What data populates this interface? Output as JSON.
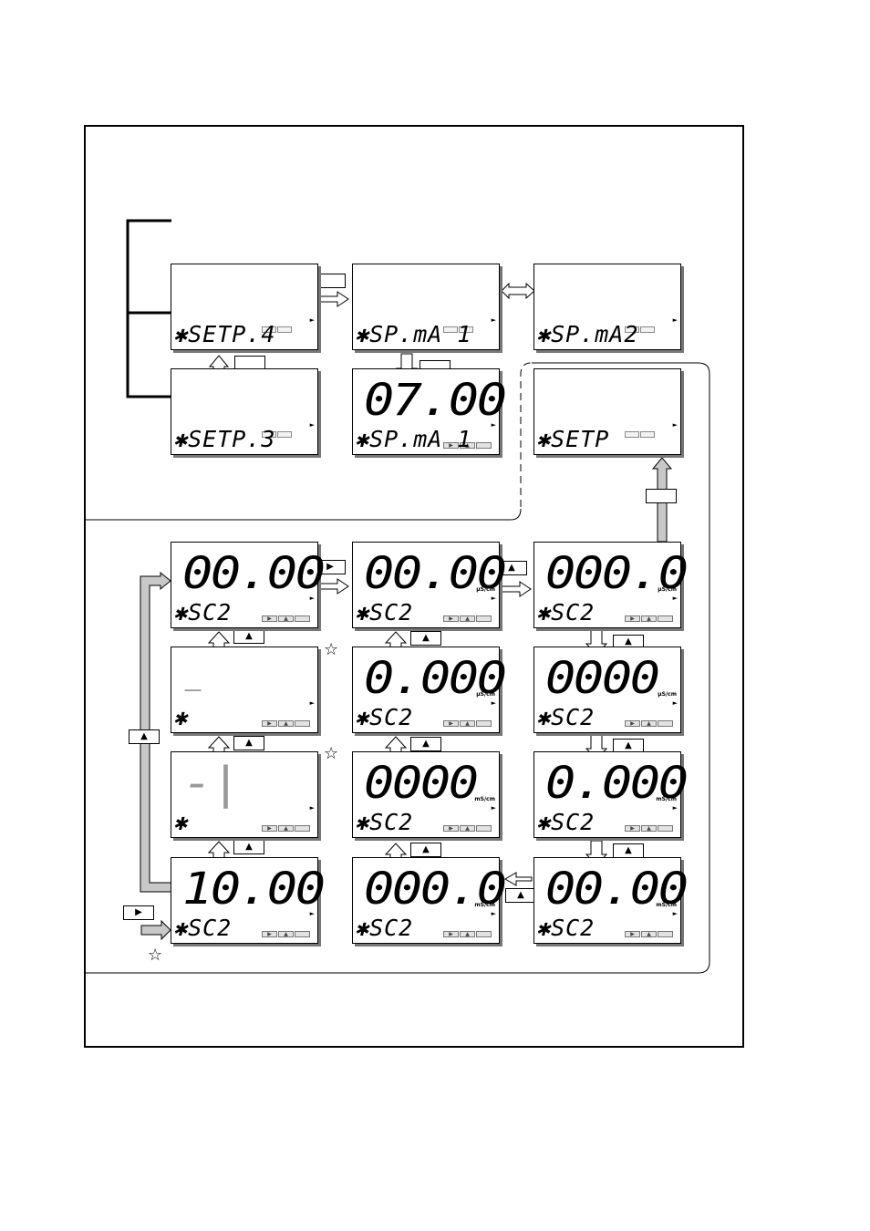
{
  "keys": {
    "up": "▲",
    "right": "▶"
  },
  "star_symbol": "☆",
  "asterisk": "✱",
  "indicator_glyphs": [
    "▶",
    "▲",
    ""
  ],
  "lcd": {
    "setp4": {
      "bottom": "SETP.4"
    },
    "setp3": {
      "bottom": "SETP.3"
    },
    "spma1": {
      "bottom": "SP.mA 1"
    },
    "spma1_val": {
      "big": "07.00",
      "bottom": "SP.mA 1"
    },
    "spma2": {
      "bottom": "SP.mA2"
    },
    "setp": {
      "bottom": "SETP"
    },
    "r1c1": {
      "big": "00.00",
      "bottom": "SC2"
    },
    "r1c2": {
      "big": "00.00",
      "unit": "µS/cm",
      "bottom": "SC2"
    },
    "r1c3": {
      "big": "000.0",
      "unit": "µS/cm",
      "bottom": "SC2"
    },
    "r2c1": {
      "big": "–",
      "bottom": ""
    },
    "r2c2": {
      "big": "0.000",
      "unit": "µS/cm",
      "bottom": "SC2"
    },
    "r2c3": {
      "big": "0000",
      "unit": "µS/cm",
      "bottom": "SC2"
    },
    "r3c1": {
      "big": "-|",
      "bottom": ""
    },
    "r3c2": {
      "big": "0000",
      "unit": "mS/cm",
      "bottom": "SC2"
    },
    "r3c3": {
      "big": "0.000",
      "unit": "mS/cm",
      "bottom": "SC2"
    },
    "r4c1": {
      "big": "10.00",
      "bottom": "SC2"
    },
    "r4c2": {
      "big": "000.0",
      "unit": "mS/cm",
      "bottom": "SC2"
    },
    "r4c3": {
      "big": "00.00",
      "unit": "mS/cm",
      "bottom": "SC2"
    }
  },
  "colors": {
    "line": "#000000",
    "arrow_fill": "#ffffff",
    "shaft_fill": "#c8c8c8",
    "shadow": "#777777",
    "indicator": "#e2e2e2"
  }
}
